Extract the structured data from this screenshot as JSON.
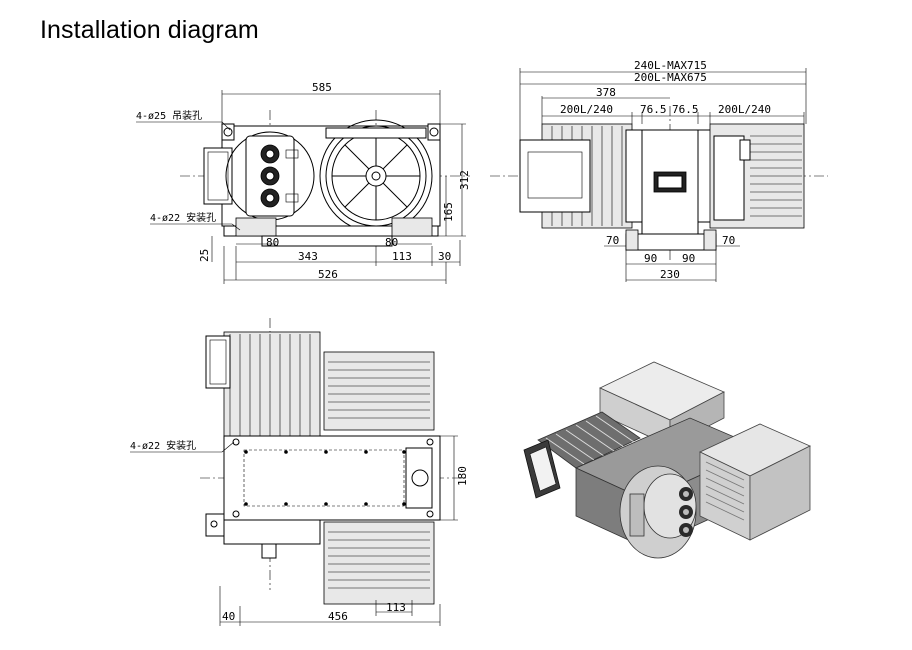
{
  "title": "Installation diagram",
  "front_view": {
    "dim_585": "585",
    "dim_312": "312",
    "dim_165": "165",
    "dim_25": "25",
    "dim_80_left": "80",
    "dim_80_right": "80",
    "dim_343": "343",
    "dim_113": "113",
    "dim_30": "30",
    "dim_526": "526",
    "note_lifting_holes": "4-ø25 吊装孔",
    "note_mounting_holes": "4-ø22 安装孔"
  },
  "side_view": {
    "dim_240L": "240L-MAX715",
    "dim_200L": "200L-MAX675",
    "dim_378": "378",
    "dim_200_240_left": "200L/240",
    "dim_76_5_left": "76.5",
    "dim_76_5_right": "76.5",
    "dim_200_240_right": "200L/240",
    "dim_70_left": "70",
    "dim_70_right": "70",
    "dim_90_left": "90",
    "dim_90_right": "90",
    "dim_230": "230"
  },
  "top_view": {
    "note_mounting_holes": "4-ø22 安装孔",
    "dim_180": "180",
    "dim_113": "113",
    "dim_40": "40",
    "dim_456": "456"
  },
  "colors": {
    "line": "#000000",
    "background": "#ffffff",
    "body_fill": "#e8e8e8",
    "render_dark": "#333333",
    "render_light": "#d9d9d9"
  }
}
